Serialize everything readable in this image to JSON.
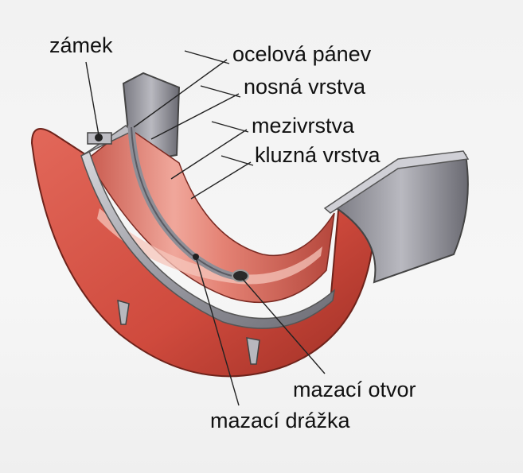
{
  "labels": {
    "lock": "zámek",
    "steel_shell": "ocelová pánev",
    "bearing_layer": "nosná vrstva",
    "intermediate_layer": "mezivrstva",
    "sliding_layer": "kluzná vrstva",
    "oil_hole": "mazací otvor",
    "oil_groove": "mazací drážka"
  },
  "colors": {
    "steel_outer": "#d9584a",
    "steel_dark": "#a83428",
    "bearing_surface": "#e07b6c",
    "sliding_layer": "#c9c9cf",
    "rim_gray": "#9a9aa2",
    "leader_line": "#222222"
  }
}
